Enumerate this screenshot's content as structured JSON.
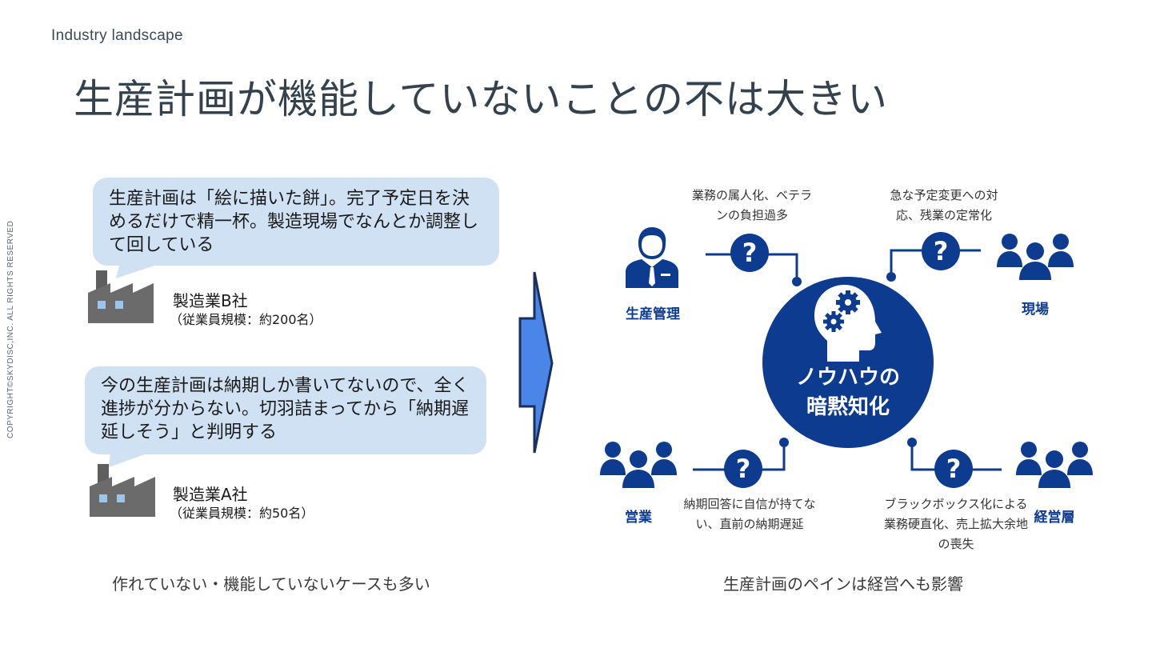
{
  "header": {
    "section": "Industry landscape",
    "title": "生産計画が機能していないことの不は大きい"
  },
  "copyright": "COPYRIGHT©SKYDISC,INC. ALL RIGHTS RESERVED",
  "left": {
    "quotes": [
      {
        "text": "生産計画は「絵に描いた餅」。完了予定日を決めるだけで精一杯。製造現場でなんとか調整して回している",
        "company": "製造業B社",
        "employees": "（従業員規模：約200名）"
      },
      {
        "text": "今の生産計画は納期しか書いてないので、全く進捗が分からない。切羽詰まってから「納期遅延しそう」と判明する",
        "company": "製造業A社",
        "employees": "（従業員規模：約50名）"
      }
    ],
    "caption": "作れていない・機能していないケースも多い"
  },
  "right": {
    "center": {
      "line1": "ノウハウの",
      "line2": "暗黙知化"
    },
    "roles": {
      "production_management": "生産管理",
      "field": "現場",
      "sales": "営業",
      "management": "経営層"
    },
    "pains": {
      "top_left": "業務の属人化、ベテランの負担過多",
      "top_right": "急な予定変更への対応、残業の定常化",
      "bottom_left": "納期回答に自信が持てない、直前の納期遅延",
      "bottom_right": "ブラックボックス化による業務硬直化、売上拡大余地の喪失"
    },
    "question_mark": "?",
    "caption": "生産計画のペインは経営へも影響"
  },
  "colors": {
    "navy": "#0d3b8f",
    "bubble": "#cfe1f3",
    "arrow_fill": "#4a86e8",
    "factory": "#6b6b6b"
  }
}
